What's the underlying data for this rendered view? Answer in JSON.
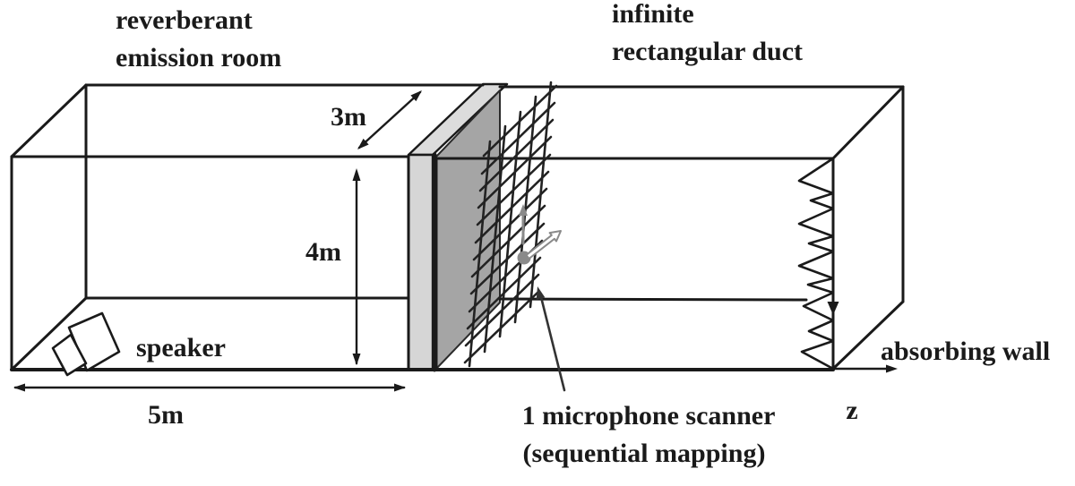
{
  "diagram": {
    "room": {
      "title_line1": "reverberant",
      "title_line2": "emission room",
      "depth_label": "3m",
      "height_label": "4m",
      "width_label": "5m",
      "speaker_label": "speaker"
    },
    "duct": {
      "title_line1": "infinite",
      "title_line2": "rectangular duct",
      "absorbing_wall_label": "absorbing wall",
      "axis_label": "z"
    },
    "scanner": {
      "label_line1": "1 microphone scanner",
      "label_line2": "(sequential mapping)"
    },
    "colors": {
      "line": "#1a1a1a",
      "partition_light": "#d6d6d6",
      "partition_top": "#dcdcdc",
      "partition_dark": "#a5a5a5",
      "gray_accent": "#8a8a8a",
      "background": "#ffffff"
    },
    "icons": [
      "speaker-icon",
      "scan-grid",
      "microphone-dot",
      "scan-direction-up-arrow",
      "scan-direction-depth-arrow",
      "absorbing-wedges",
      "z-axis-arrow",
      "dimension-arrow-3m",
      "dimension-arrow-4m",
      "dimension-arrow-5m",
      "scanner-pointer-arrow"
    ]
  }
}
